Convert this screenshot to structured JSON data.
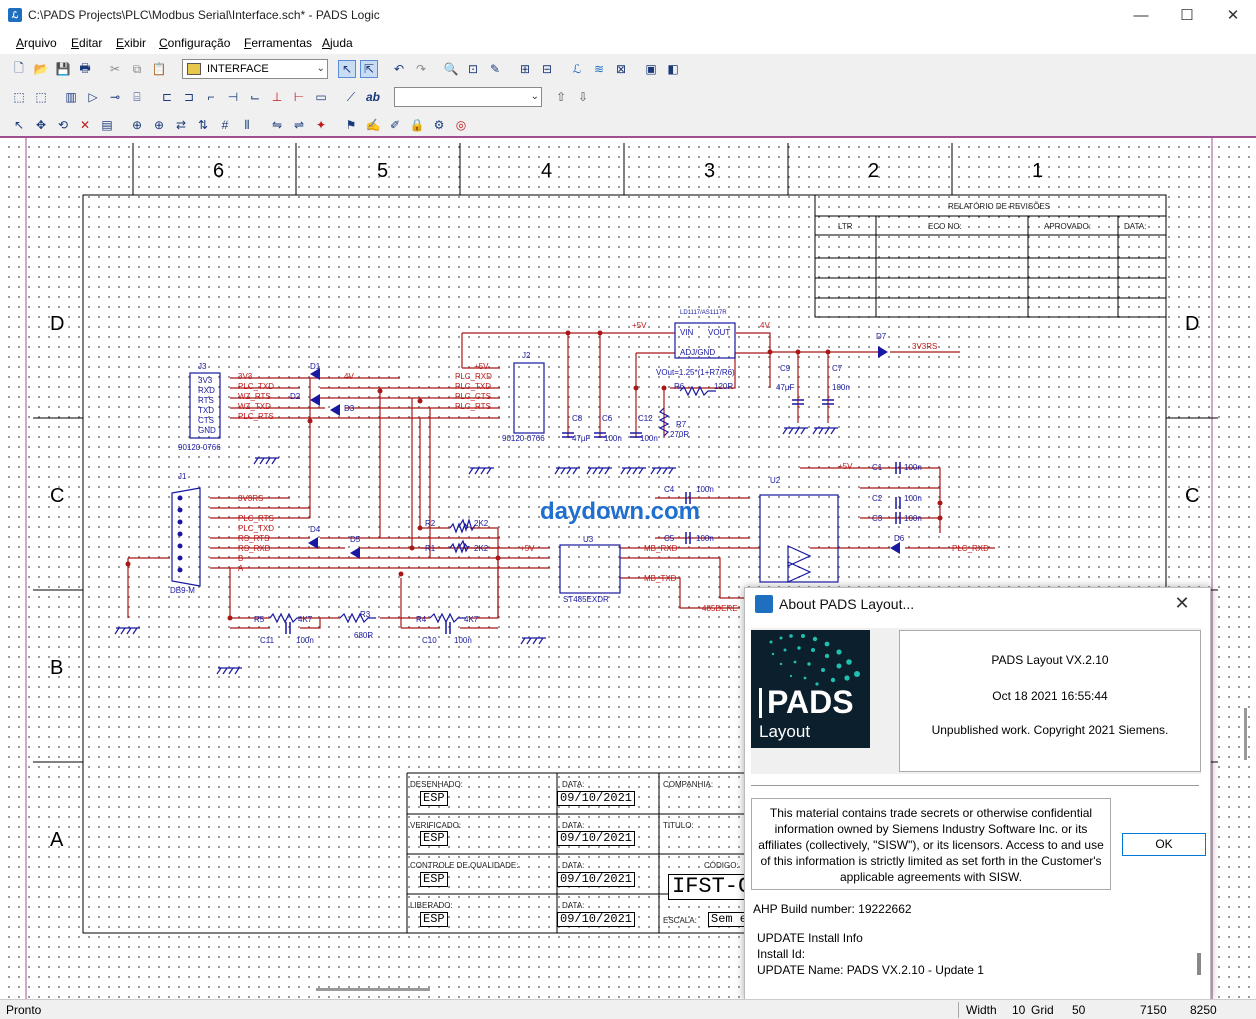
{
  "window": {
    "title": "C:\\PADS Projects\\PLC\\Modbus Serial\\Interface.sch* - PADS Logic",
    "minimize": "—",
    "maximize": "☐",
    "close": "✕"
  },
  "menu": [
    "Arquivo",
    "Editar",
    "Exibir",
    "Configuração",
    "Ferramentas",
    "Ajuda"
  ],
  "toolbar": {
    "sheet_combo": "INTERFACE",
    "text_combo": ""
  },
  "schematic": {
    "zones_top": [
      "6",
      "5",
      "4",
      "3",
      "2",
      "1"
    ],
    "zones_side": [
      "D",
      "C",
      "B",
      "A"
    ],
    "revisions": {
      "title": "RELATÓRIO DE REVISÕES",
      "headers": [
        "LTR",
        "ECO NO:",
        "APROVADO:",
        "DATA:"
      ]
    },
    "watermark": "daydown.com",
    "labels": {
      "j3": "J3",
      "j3_part": "90120-0766",
      "j3_pins": [
        "3V3",
        "RXD",
        "RTS",
        "TXD",
        "CTS",
        "GND"
      ],
      "j2": "J2",
      "j2_part": "90120-0766",
      "j1": "J1",
      "j1_part": "DB9-M",
      "u1_part": "LD1117/AS1117R",
      "u1_vin": "VIN",
      "u1_vout": "VOUT",
      "u1_adj": "ADJ/GND",
      "u1_eq": "VOut=1.25*(1+R7/R6)",
      "u2": "U2",
      "u3": "U3",
      "u3_part": "ST485EXDR",
      "net_3v3": "3V3",
      "net_4v": "4V",
      "net_plc_txd": "PLC_TXD",
      "net_wz_rts": "WZ_RTS",
      "net_wz_txd": "WZ_TXD",
      "net_plc_rts": "PLC_RTS",
      "net_plc_rxd": "PLC_RXD",
      "net_5v": "+5V",
      "net_3v3rs": "3V3RS",
      "net_rs_rts": "RS_RTS",
      "net_rs_rxd": "RS_RXD",
      "net_b": "B",
      "net_a": "A",
      "net_mb_rxd": "MB_RXD",
      "net_mb_txd": "MB_TXD",
      "net_485dere": "485DERE",
      "d1": "D1",
      "d2": "D2",
      "d3": "D3",
      "d4": "D4",
      "d5": "D5",
      "d6": "D6",
      "d7": "D7",
      "r1": "R1",
      "r2": "R2",
      "r1v": "2K2",
      "r2v": "2K2",
      "r3": "R3",
      "r3v": "680R",
      "r4": "R4",
      "r4v": "4K7",
      "r5": "R5",
      "r5v": "4K7",
      "r6": "R6",
      "r6v": "120R",
      "r7": "R7",
      "r7v": "270R",
      "c1": "C1",
      "c2": "C2",
      "c3": "C3",
      "c4": "C4",
      "c5": "C5",
      "c6": "C6",
      "c7": "C7",
      "c8": "C8",
      "c9": "C9",
      "c10": "C10",
      "c11": "C11",
      "c12": "C12",
      "v100n": "100n",
      "v47u": "47µF"
    },
    "title_block": {
      "desenhado": "DESENHADO:",
      "verificado": "VERIFICADO:",
      "controle": "CONTROLE DE QUALIDADE:",
      "liberado": "LIBERADO:",
      "esp": "ESP",
      "data": "DATA:",
      "date": "09/10/2021",
      "companhia": "COMPANHIA:",
      "titulo": "TITULO:",
      "codigo": "CÓDIGO:",
      "codigo_val": "IFST-C",
      "escala": "ESCALA:",
      "escala_val": "Sem e"
    }
  },
  "about": {
    "title": "About PADS Layout...",
    "logo_main": "PADS",
    "logo_sub": "Layout",
    "version": "PADS Layout VX.2.10",
    "date": "Oct 18 2021 16:55:44",
    "copyright": "Unpublished work. Copyright 2021 Siemens.",
    "notice": "This material contains trade secrets or otherwise confidential information owned by Siemens Industry Software Inc. or its affiliates (collectively, \"SISW\"), or its licensors. Access to and use of this information is strictly limited as set forth in the Customer's applicable agreements with SISW.",
    "ok": "OK",
    "build": "AHP Build number: 19222662",
    "update_lines": [
      "UPDATE Install Info",
      "Install Id:",
      "UPDATE Name: PADS VX.2.10 - Update 1"
    ]
  },
  "status": {
    "left": "Pronto",
    "width_label": "Width",
    "width_val": "10",
    "grid_label": "Grid",
    "grid_val": "50",
    "x": "7150",
    "y": "8250"
  }
}
